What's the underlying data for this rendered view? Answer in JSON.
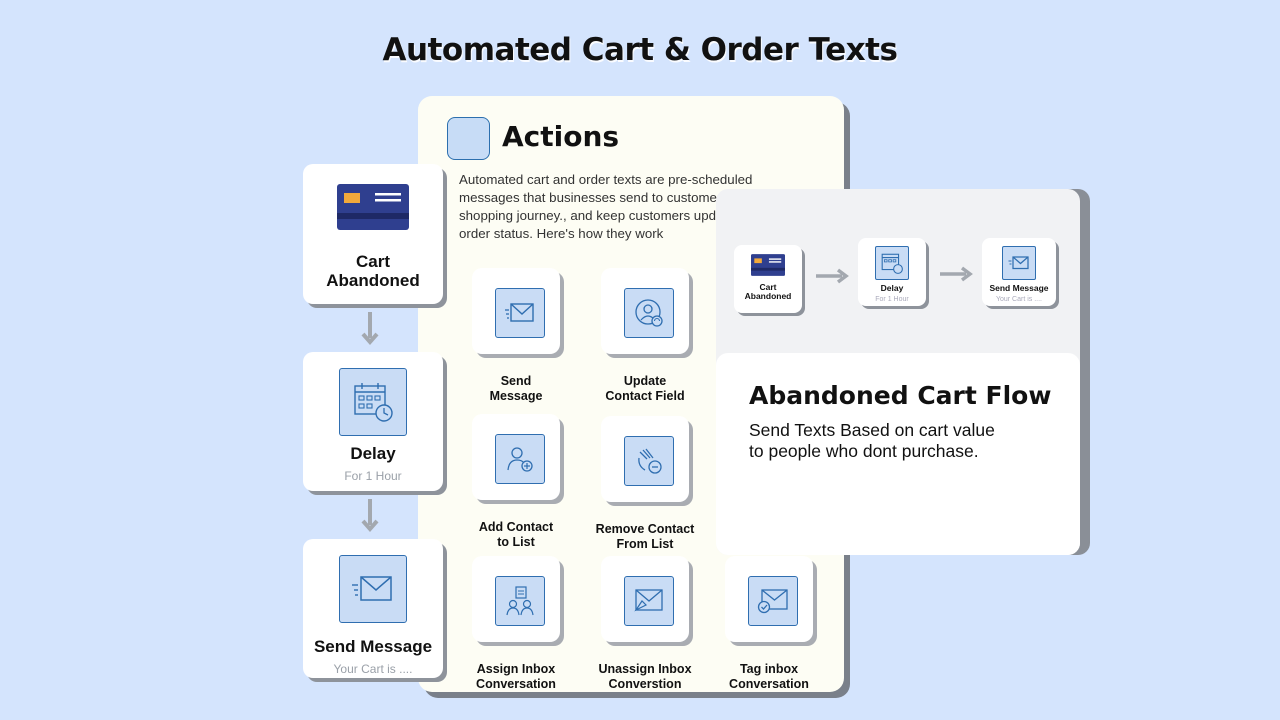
{
  "title": "Automated Cart & Order Texts",
  "actions_panel": {
    "title": "Actions",
    "description": "Automated cart and order texts are pre-scheduled messages that businesses send to customers during their shopping journey., and keep customers updated on their order status. Here's how they work",
    "items": [
      {
        "label": "Send\nMessage",
        "icon": "send-message-icon"
      },
      {
        "label": "Update\nContact Field",
        "icon": "contact-field-icon"
      },
      {
        "label": "Add Contact\nto List",
        "icon": "add-contact-icon"
      },
      {
        "label": "Remove Contact\nFrom  List",
        "icon": "remove-contact-icon"
      },
      {
        "label": "Assign Inbox\nConversation",
        "icon": "assign-inbox-icon"
      },
      {
        "label": "Unassign Inbox\nConverstion",
        "icon": "unassign-inbox-icon"
      },
      {
        "label": "Tag inbox\nConversation",
        "icon": "tag-inbox-icon"
      }
    ]
  },
  "flow": [
    {
      "label": "Cart\nAbandoned",
      "sub": "",
      "icon": "credit-card-icon"
    },
    {
      "label": "Delay",
      "sub": "For 1 Hour",
      "icon": "calendar-clock-icon"
    },
    {
      "label": "Send Message",
      "sub": "Your Cart is ....",
      "icon": "envelope-icon"
    }
  ],
  "abandoned_panel": {
    "title": "Abandoned Cart Flow",
    "description": "Send Texts Based  on cart value\nto people who dont purchase.",
    "mini_flow": [
      {
        "label": "Cart\nAbandoned",
        "sub": ""
      },
      {
        "label": "Delay",
        "sub": "For 1 Hour"
      },
      {
        "label": "Send Message",
        "sub": "Your Cart is ...."
      }
    ]
  },
  "colors": {
    "background": "#d4e4fd",
    "icon_fill": "#c9dcf5",
    "icon_stroke": "#2f6eb0",
    "card_navy": "#2f3f8f",
    "card_accent": "#f2a93b"
  }
}
